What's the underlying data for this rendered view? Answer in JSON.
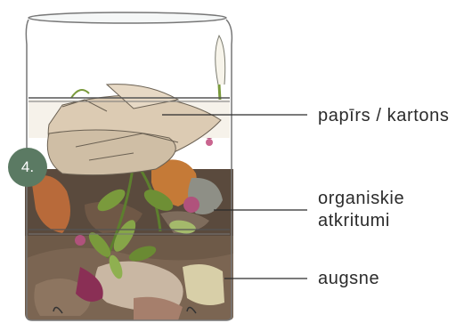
{
  "step_number": "4.",
  "layers": [
    {
      "id": "paper",
      "label_lines": [
        "papīrs / kartons"
      ]
    },
    {
      "id": "organic",
      "label_lines": [
        "organiskie",
        "atkritumi"
      ]
    },
    {
      "id": "soil",
      "label_lines": [
        "augsne"
      ]
    }
  ],
  "colors": {
    "badge": "#5b7a63",
    "soil": "#6e5a48",
    "paper": "#dccbb3",
    "leaf": "#7a9a3c",
    "flower": "#b0527c",
    "line": "#2b2b2b"
  },
  "icons": [
    "jar-icon",
    "leaf-icon",
    "flower-icon"
  ]
}
